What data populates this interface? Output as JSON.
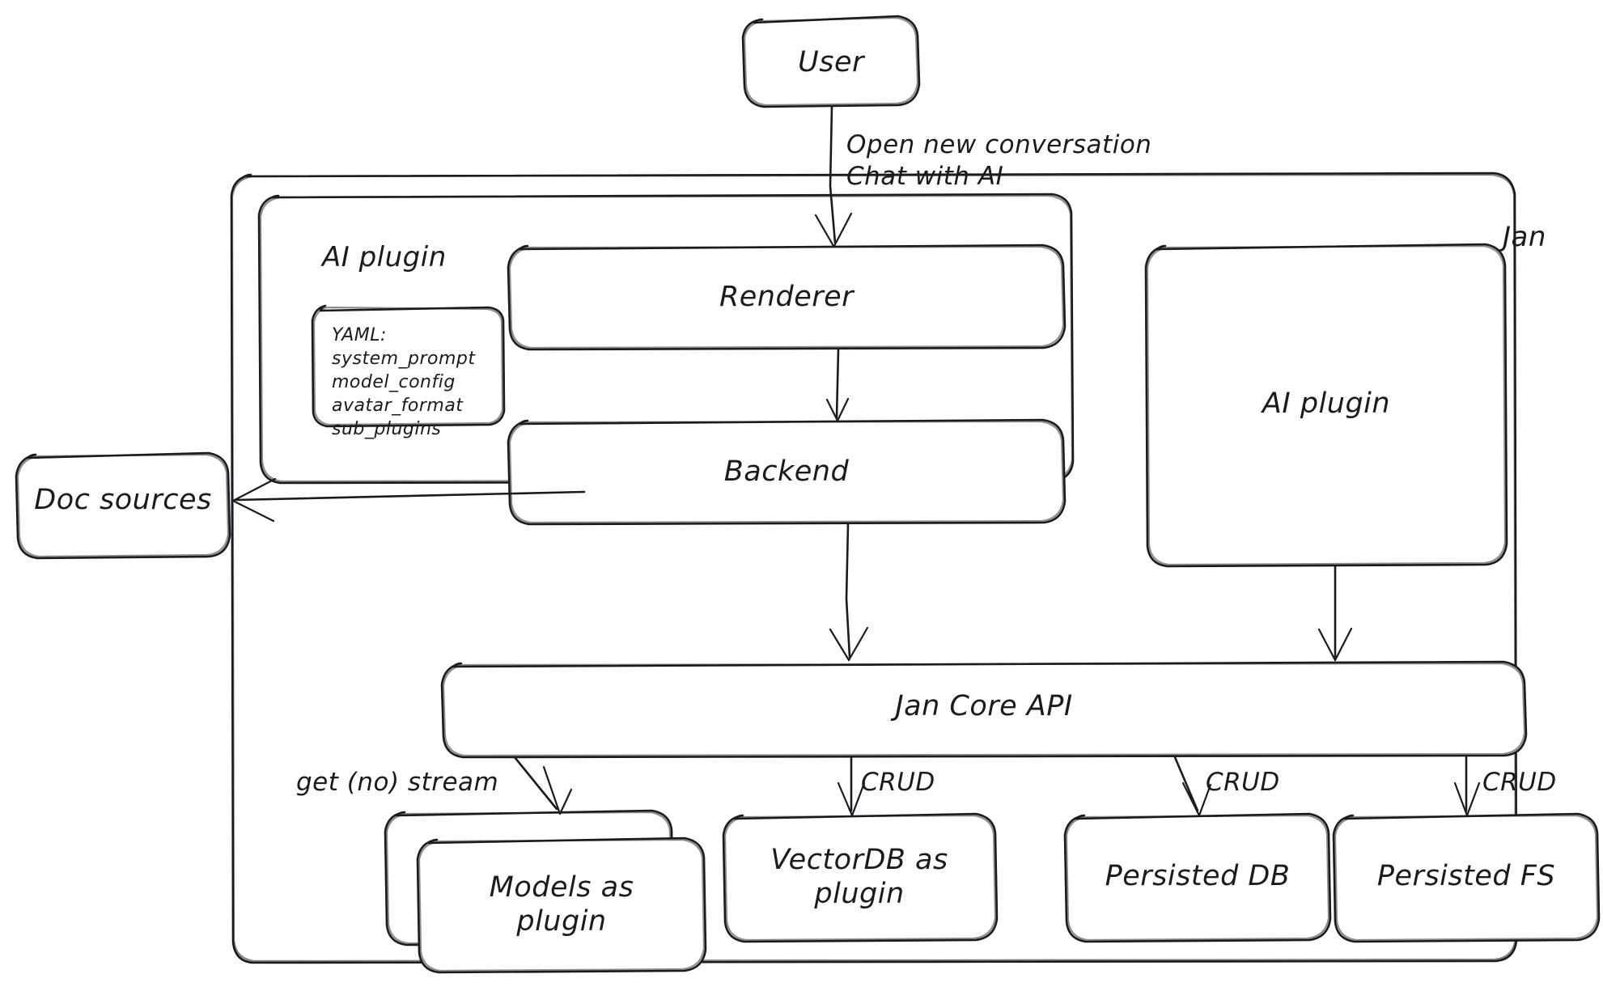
{
  "diagram": {
    "title": "Jan architecture diagram",
    "style": "hand-drawn sketch",
    "stroke_color": "#1b1b1f",
    "background_color": "#ffffff",
    "nodes": {
      "user": {
        "label": "User"
      },
      "jan_group": {
        "label": "Jan"
      },
      "ai_plugin_group": {
        "label": "AI plugin"
      },
      "yaml_box": {
        "lines": [
          "YAML:",
          "system_prompt",
          "model_config",
          "avatar_format",
          "sub_plugins"
        ],
        "text": "YAML:\nsystem_prompt\nmodel_config\navatar_format\nsub_plugins"
      },
      "renderer": {
        "label": "Renderer"
      },
      "backend": {
        "label": "Backend"
      },
      "ai_plugin_right": {
        "label": "AI plugin"
      },
      "doc_sources": {
        "label": "Doc sources"
      },
      "jan_core_api": {
        "label": "Jan Core API"
      },
      "models_plugin": {
        "label": "Models as\nplugin",
        "line1": "Models as",
        "line2": "plugin"
      },
      "vectordb_plugin": {
        "label": "VectorDB as\nplugin",
        "line1": "VectorDB as",
        "line2": "plugin"
      },
      "persisted_db": {
        "label": "Persisted DB"
      },
      "persisted_fs": {
        "label": "Persisted FS"
      }
    },
    "edges": {
      "user_to_renderer": {
        "label": "Open new conversation\nChat with AI",
        "line1": "Open new conversation",
        "line2": "Chat with AI"
      },
      "renderer_to_backend": {
        "label": ""
      },
      "backend_to_doc_sources": {
        "label": ""
      },
      "backend_to_core": {
        "label": ""
      },
      "ai_plugin_to_core": {
        "label": ""
      },
      "core_to_models": {
        "label": "get (no) stream"
      },
      "core_to_vectordb": {
        "label": "CRUD"
      },
      "core_to_db": {
        "label": "CRUD"
      },
      "core_to_fs": {
        "label": "CRUD"
      }
    }
  }
}
